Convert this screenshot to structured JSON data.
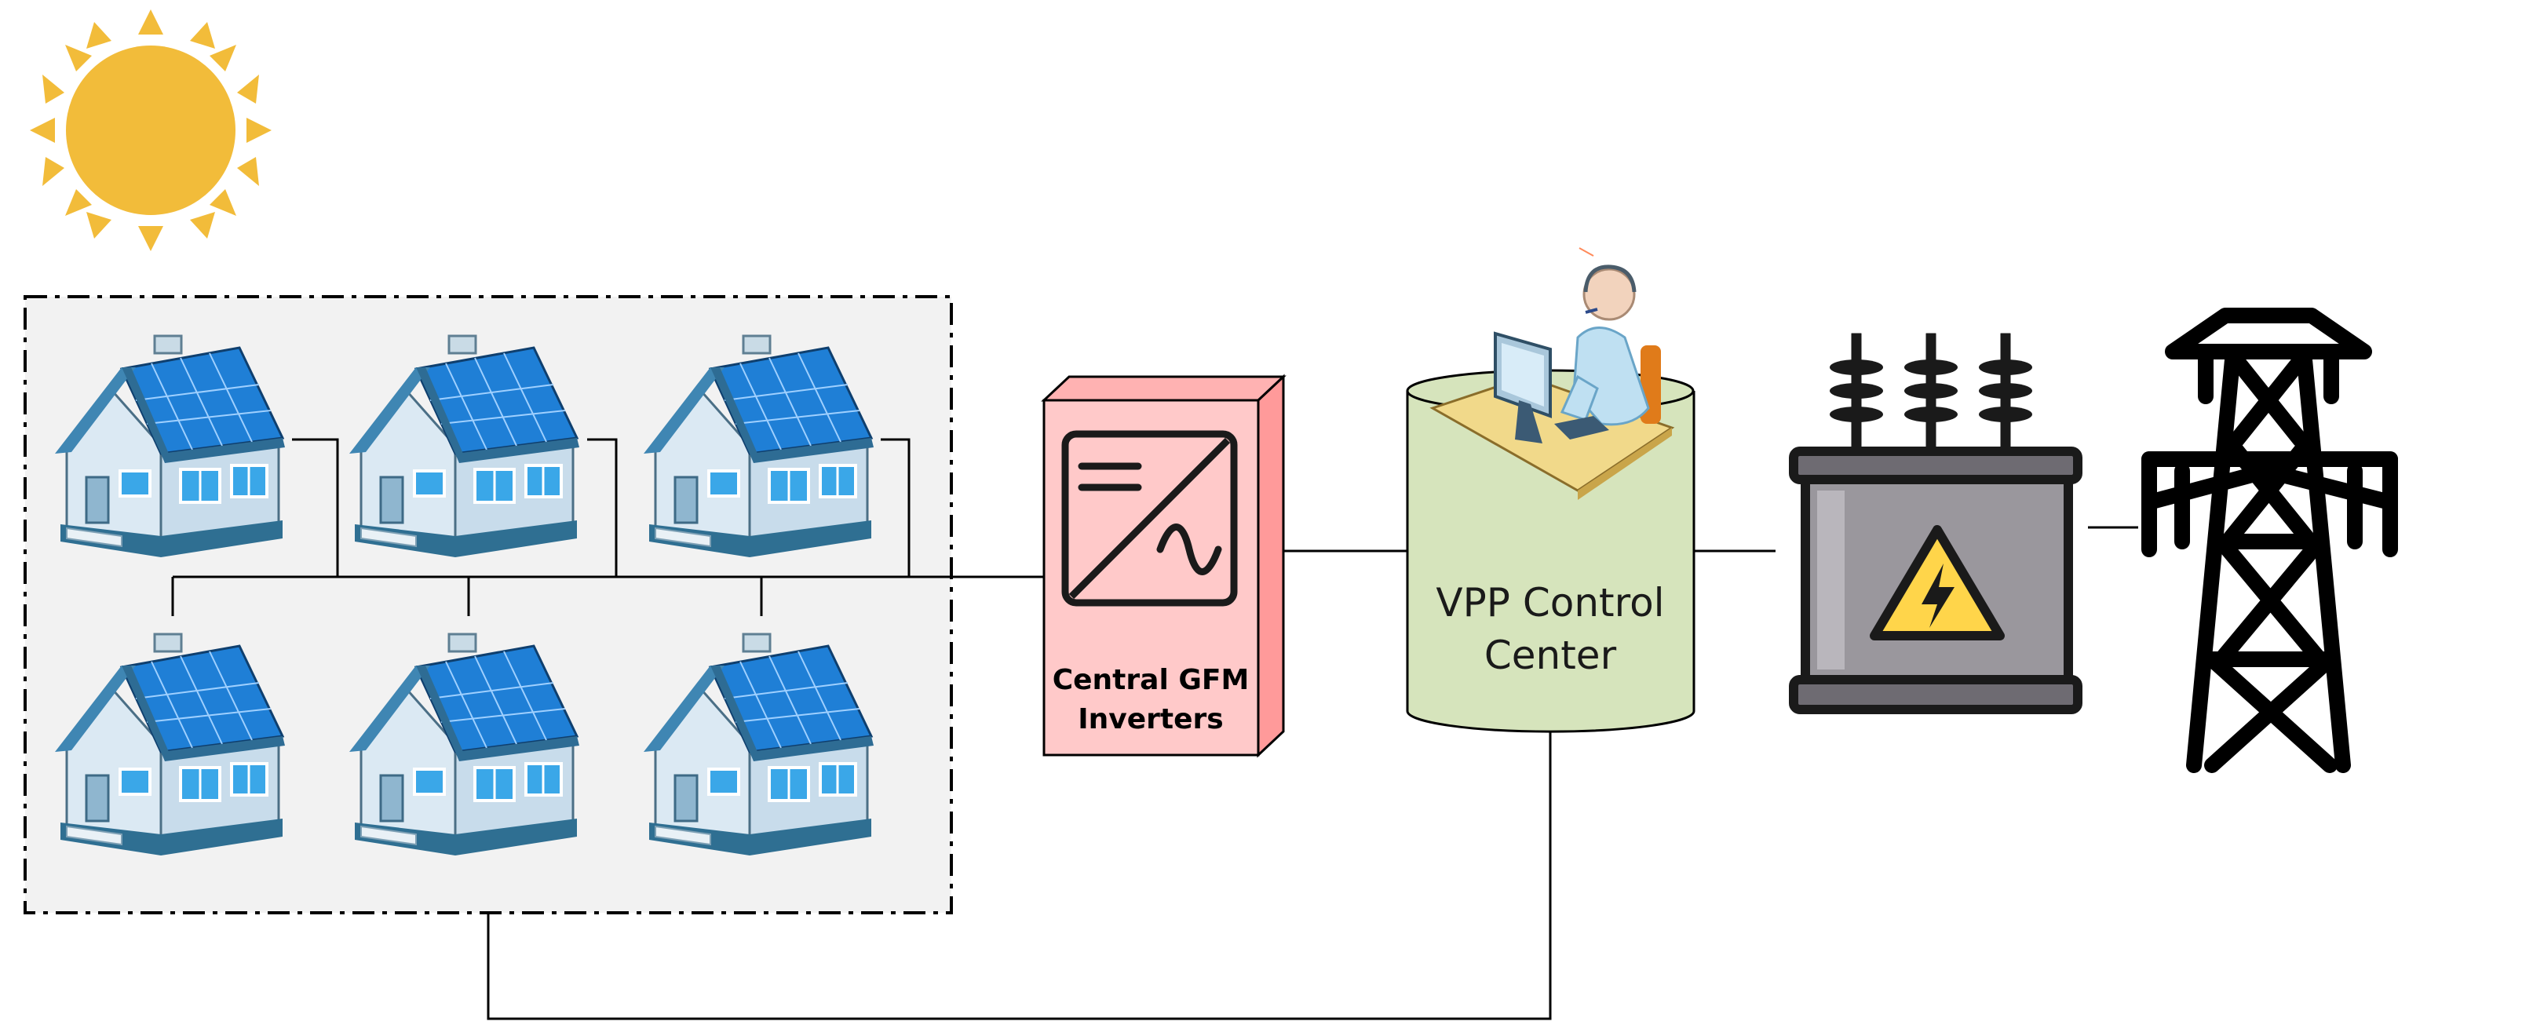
{
  "inverter": {
    "label_line1": "Central GFM",
    "label_line2": "Inverters"
  },
  "control_center": {
    "label_line1": "VPP Control",
    "label_line2": "Center"
  },
  "icons": {
    "sun": "sun-icon",
    "house": "solar-house-icon",
    "inverter": "inverter-symbol-icon",
    "operator": "operator-at-desk-icon",
    "transformer": "transformer-hazard-icon",
    "tower": "transmission-tower-icon"
  },
  "colors": {
    "sun": "#f2bc3a",
    "inverter_front": "#ffc9c9",
    "inverter_side": "#ff9a9a",
    "inverter_top": "#ffb2b2",
    "cylinder": "#d6e4bc",
    "group_bg": "#f2f2f2",
    "transformer_body": "#9a979d",
    "hazard": "#ffd54a",
    "roof_panel": "#1f7fd6",
    "house_wall": "#d9e8f2"
  }
}
